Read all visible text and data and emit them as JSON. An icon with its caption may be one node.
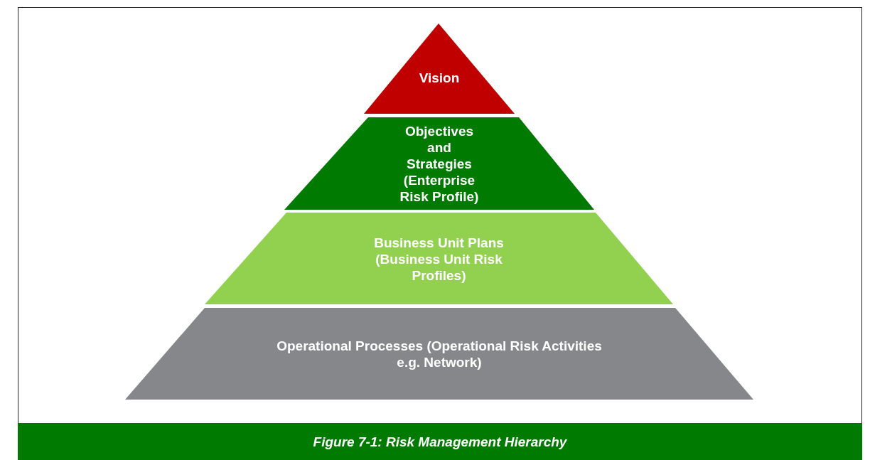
{
  "diagram": {
    "caption": "Figure 7-1: Risk Management Hierarchy",
    "nodes": [
      {
        "text": [
          "Vision"
        ]
      },
      {
        "text": [
          "Objectives and Strategies (Enterprise Risk Profile)"
        ]
      },
      {
        "text": [
          "Business Unit Plans (Business Unit Risk Profiles)"
        ]
      },
      {
        "text": [
          "Operational Processes (Operational Risk Activities e.g. Network)"
        ]
      }
    ]
  }
}
